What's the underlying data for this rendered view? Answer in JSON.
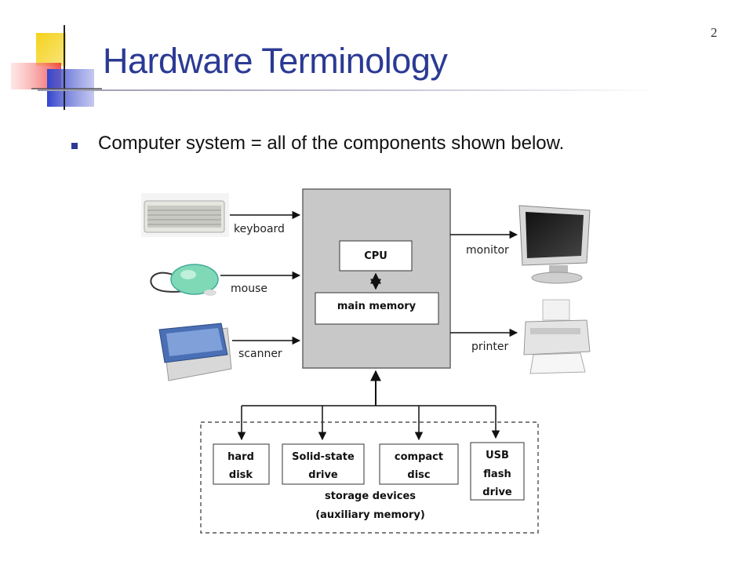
{
  "slide": {
    "number": "2",
    "title": "Hardware Terminology",
    "bullet": "Computer system = all of the components shown below."
  },
  "diagram": {
    "inputs": [
      "keyboard",
      "mouse",
      "scanner"
    ],
    "outputs": [
      "monitor",
      "printer"
    ],
    "cpu": "CPU",
    "main_memory": "main memory",
    "storage": [
      {
        "line1": "hard",
        "line2": "disk"
      },
      {
        "line1": "Solid-state",
        "line2": "drive"
      },
      {
        "line1": "compact",
        "line2": "disc"
      },
      {
        "line1": "USB",
        "line2": "flash",
        "line3": "drive"
      }
    ],
    "storage_caption_1": "storage devices",
    "storage_caption_2": "(auxiliary memory)"
  },
  "colors": {
    "title": "#2b3a94",
    "processor_box": "#c8c8c8",
    "logo_yellow": "#f5d21a",
    "logo_red": "#ee5555",
    "logo_blue": "#3344cc"
  },
  "icons": [
    "keyboard-icon",
    "mouse-icon",
    "scanner-icon",
    "monitor-icon",
    "printer-icon"
  ]
}
